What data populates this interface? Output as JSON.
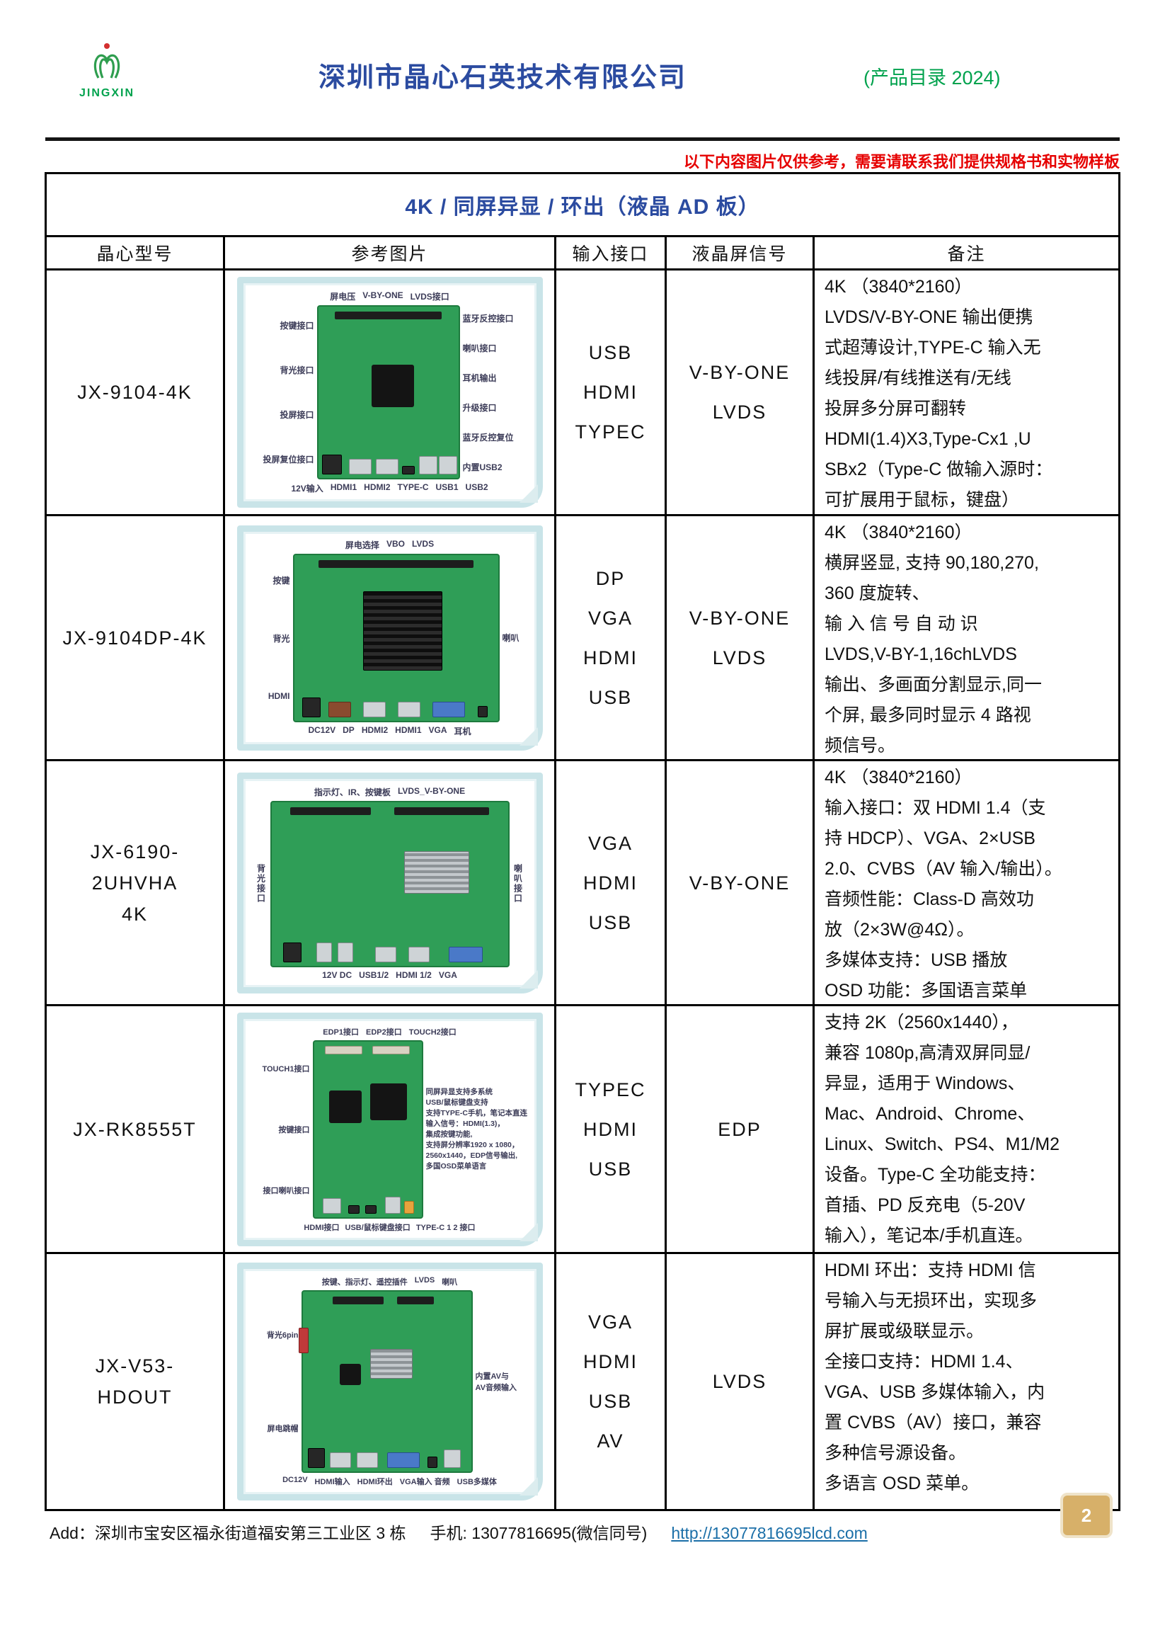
{
  "header": {
    "logo_text": "JINGXIN",
    "company": "深圳市晶心石英技术有限公司",
    "catalog": "(产品目录 2024)"
  },
  "notice": "以下内容图片仅供参考，需要请联系我们提供规格书和实物样板",
  "table": {
    "title": "4K / 同屏异显 / 环出（液晶 AD 板）",
    "columns": [
      "晶心型号",
      "参考图片",
      "输入接口",
      "液晶屏信号",
      "备注"
    ],
    "rows": [
      {
        "model": "JX-9104-4K",
        "inputs": "USB\nHDMI\nTYPEC",
        "signal": "V-BY-ONE\nLVDS",
        "remark": "4K （3840*2160）\nLVDS/V-BY-ONE 输出便携\n式超薄设计,TYPE-C 输入无\n线投屏/有线推送有/无线\n投屏多分屏可翻转\nHDMI(1.4)X3,Type-Cx1 ,U\nSBx2（Type-C 做输入源时：\n可扩展用于鼠标，键盘）",
        "board": {
          "top": [
            "屏电压",
            "V-BY-ONE",
            "LVDS接口"
          ],
          "left": [
            "按键接口",
            "背光接口",
            "投屏接口",
            "投屏复位接口"
          ],
          "right": [
            "蓝牙反控接口",
            "喇叭接口",
            "耳机输出",
            "升级接口",
            "蓝牙反控复位",
            "内置USB2"
          ],
          "bottom": [
            "12V输入",
            "HDMI1",
            "HDMI2",
            "TYPE-C",
            "USB1",
            "USB2"
          ]
        }
      },
      {
        "model": "JX-9104DP-4K",
        "inputs": "DP\nVGA\nHDMI\nUSB",
        "signal": "V-BY-ONE\nLVDS",
        "remark": "4K （3840*2160）\n横屏竖显, 支持 90,180,270,\n360 度旋转、\n输 入 信 号 自 动 识\nLVDS,V-BY-1,16chLVDS\n输出、多画面分割显示,同一\n个屏, 最多同时显示 4 路视\n频信号。",
        "board": {
          "top": [
            "屏电选择",
            "VBO",
            "LVDS"
          ],
          "left": [
            "按键",
            "背光",
            "HDMI"
          ],
          "right": [
            "喇叭"
          ],
          "bottom": [
            "DC12V",
            "DP",
            "HDMI2",
            "HDMI1",
            "VGA",
            "耳机"
          ]
        }
      },
      {
        "model": "JX-6190-\n2UHVHA\n4K",
        "inputs": "VGA\nHDMI\nUSB",
        "signal": "V-BY-ONE",
        "remark": "4K （3840*2160）\n输入接口：双 HDMI 1.4（支\n持 HDCP）、VGA、2×USB\n2.0、CVBS（AV 输入/输出）。\n音频性能：Class-D 高效功\n放（2×3W@4Ω）。\n多媒体支持：USB 播放\nOSD 功能：多国语言菜单",
        "board": {
          "top": [
            "指示灯、IR、按键板",
            "LVDS_V-BY-ONE"
          ],
          "left": [
            "背光接口"
          ],
          "right": [
            "喇叭接口"
          ],
          "bottom": [
            "12V DC",
            "USB1/2",
            "HDMI 1/2",
            "VGA"
          ]
        }
      },
      {
        "model": "JX-RK8555T",
        "inputs": "TYPEC\nHDMI\nUSB",
        "signal": "EDP",
        "remark": "支持 2K（2560x1440），\n兼容 1080p,高清双屏同显/\n异显，适用于 Windows、\nMac、Android、Chrome、\nLinux、Switch、PS4、M1/M2\n设备。Type-C 全功能支持：\n首插、PD 反充电（5-20V\n输入），笔记本/手机直连。",
        "board": {
          "top": [
            "EDP1接口",
            "EDP2接口",
            "TOUCH2接口"
          ],
          "left": [
            "TOUCH1接口",
            "按键接口",
            "接口喇叭接口"
          ],
          "note": "同屏异显支持多系统\nUSB/鼠标键盘支持\n支持TYPE-C手机，笔记本直连\n输入信号：HDMI(1.3)，\n集成按键功能,\n支持屏分辨率1920 x 1080，\n2560x1440，EDP信号输出,\n多国OSD菜单语言",
          "bottom": [
            "HDMI接口",
            "USB/鼠标键盘接口",
            "TYPE-C 1 2 接口"
          ]
        }
      },
      {
        "model": "JX-V53-\nHDOUT",
        "inputs": "VGA\nHDMI\nUSB\nAV",
        "signal": "LVDS",
        "remark": "HDMI 环出：支持 HDMI 信\n号输入与无损环出，实现多\n屏扩展或级联显示。\n全接口支持：HDMI 1.4、\nVGA、USB 多媒体输入，内\n置 CVBS（AV）接口，兼容\n多种信号源设备。\n多语言 OSD 菜单。",
        "board": {
          "top": [
            "按键、指示灯、遥控插件",
            "LVDS",
            "喇叭"
          ],
          "left": [
            "背光6pin",
            "屏电跳帽"
          ],
          "right": [
            "内置AV与\nAV音频输入"
          ],
          "bottom": [
            "DC12V",
            "HDMI输入",
            "HDMI环出",
            "VGA输入 音频",
            "USB多媒体"
          ]
        }
      }
    ]
  },
  "footer": {
    "address": "Add：深圳市宝安区福永街道福安第三工业区 3 栋",
    "phone": "手机: 13077816695(微信同号)",
    "url": "http://13077816695lcd.com",
    "page": "2"
  },
  "colors": {
    "company_blue": "#2b4ba0",
    "catalog_green": "#00a24d",
    "notice_red": "#e60000",
    "pcb_green": "#2f9e57",
    "badge_tan": "#d7b069",
    "link_blue": "#1b6fa8"
  }
}
